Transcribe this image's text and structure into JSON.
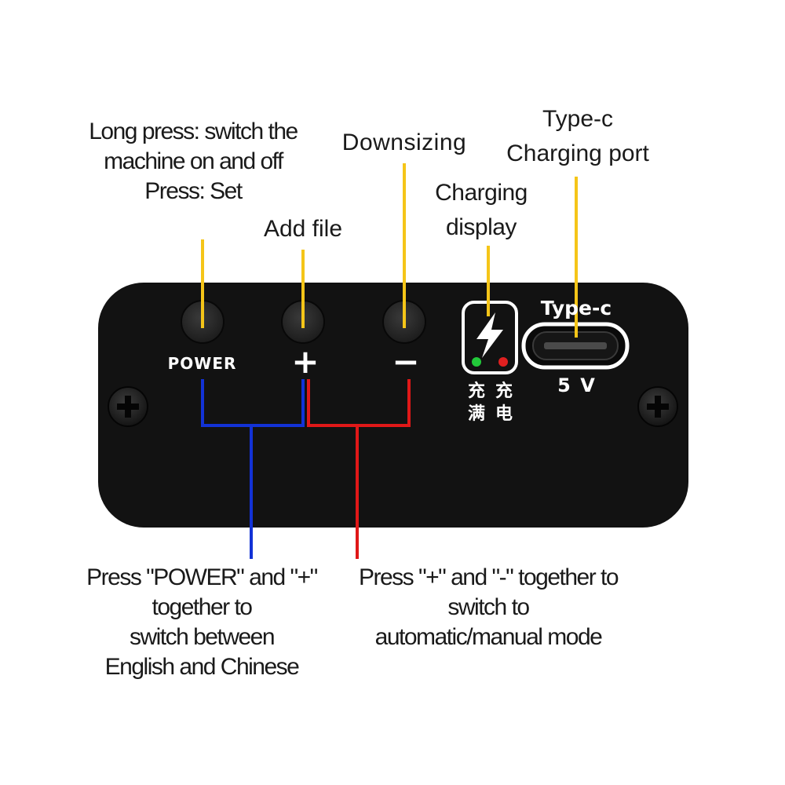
{
  "callouts": {
    "power": [
      "Long press: switch the",
      "machine on and off",
      "Press: Set"
    ],
    "add_file": "Add file",
    "downsizing": "Downsizing",
    "charging_display": [
      "Charging",
      "display"
    ],
    "type_c_port": [
      "Type-c",
      "Charging port"
    ],
    "combo_power_plus": [
      "Press \"POWER\" and \"+\"",
      "together to",
      "switch between",
      "English and Chinese"
    ],
    "combo_plus_minus": [
      "Press \"+\" and \"-\" together to",
      "switch to",
      "automatic/manual mode"
    ]
  },
  "device": {
    "power_label": "POWER",
    "plus_label": "+",
    "minus_label": "−",
    "charge_full_label": [
      "充",
      "满"
    ],
    "charging_label": [
      "充",
      "电"
    ],
    "type_c_label": "Type-c",
    "voltage_label": "5 V"
  },
  "colors": {
    "panel": "#121212",
    "leader_yellow": "#f5c518",
    "leader_blue": "#1232d6",
    "leader_red": "#e01818",
    "led_green": "#22c93a",
    "led_red": "#e02020"
  }
}
